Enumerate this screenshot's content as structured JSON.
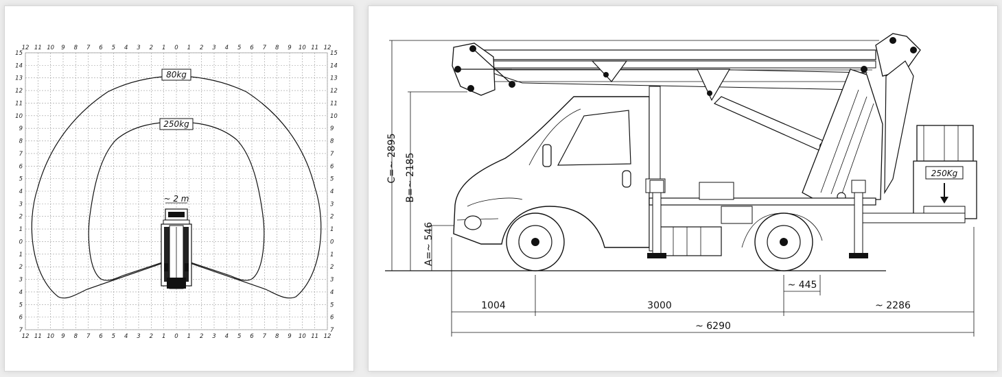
{
  "work_envelope": {
    "x_ticks": [
      "12",
      "11",
      "10",
      "9",
      "8",
      "7",
      "6",
      "5",
      "4",
      "3",
      "2",
      "1",
      "0",
      "1",
      "2",
      "3",
      "4",
      "5",
      "6",
      "7",
      "8",
      "9",
      "10",
      "11",
      "12"
    ],
    "y_ticks": [
      "15",
      "14",
      "13",
      "12",
      "11",
      "10",
      "9",
      "8",
      "7",
      "6",
      "5",
      "4",
      "3",
      "2",
      "1",
      "0",
      "1",
      "2",
      "3",
      "4",
      "5",
      "6",
      "7"
    ],
    "outer_load_label": "80kg",
    "inner_load_label": "250kg",
    "width_label": "~ 2 m"
  },
  "truck_drawing": {
    "platform_capacity_label": "250Kg",
    "dimensions": {
      "height_c": "C=~ 2895",
      "height_b": "B=~ 2185",
      "height_a": "A=~ 546",
      "front_overhang": "1004",
      "wheelbase": "3000",
      "outrigger_offset": "~ 445",
      "rear_overhang": "~ 2286",
      "total_length": "~ 6290"
    }
  },
  "colors": {
    "line": "#111111",
    "grid": "#9a9a9a",
    "panel": "#ffffff",
    "background": "#ededed"
  }
}
